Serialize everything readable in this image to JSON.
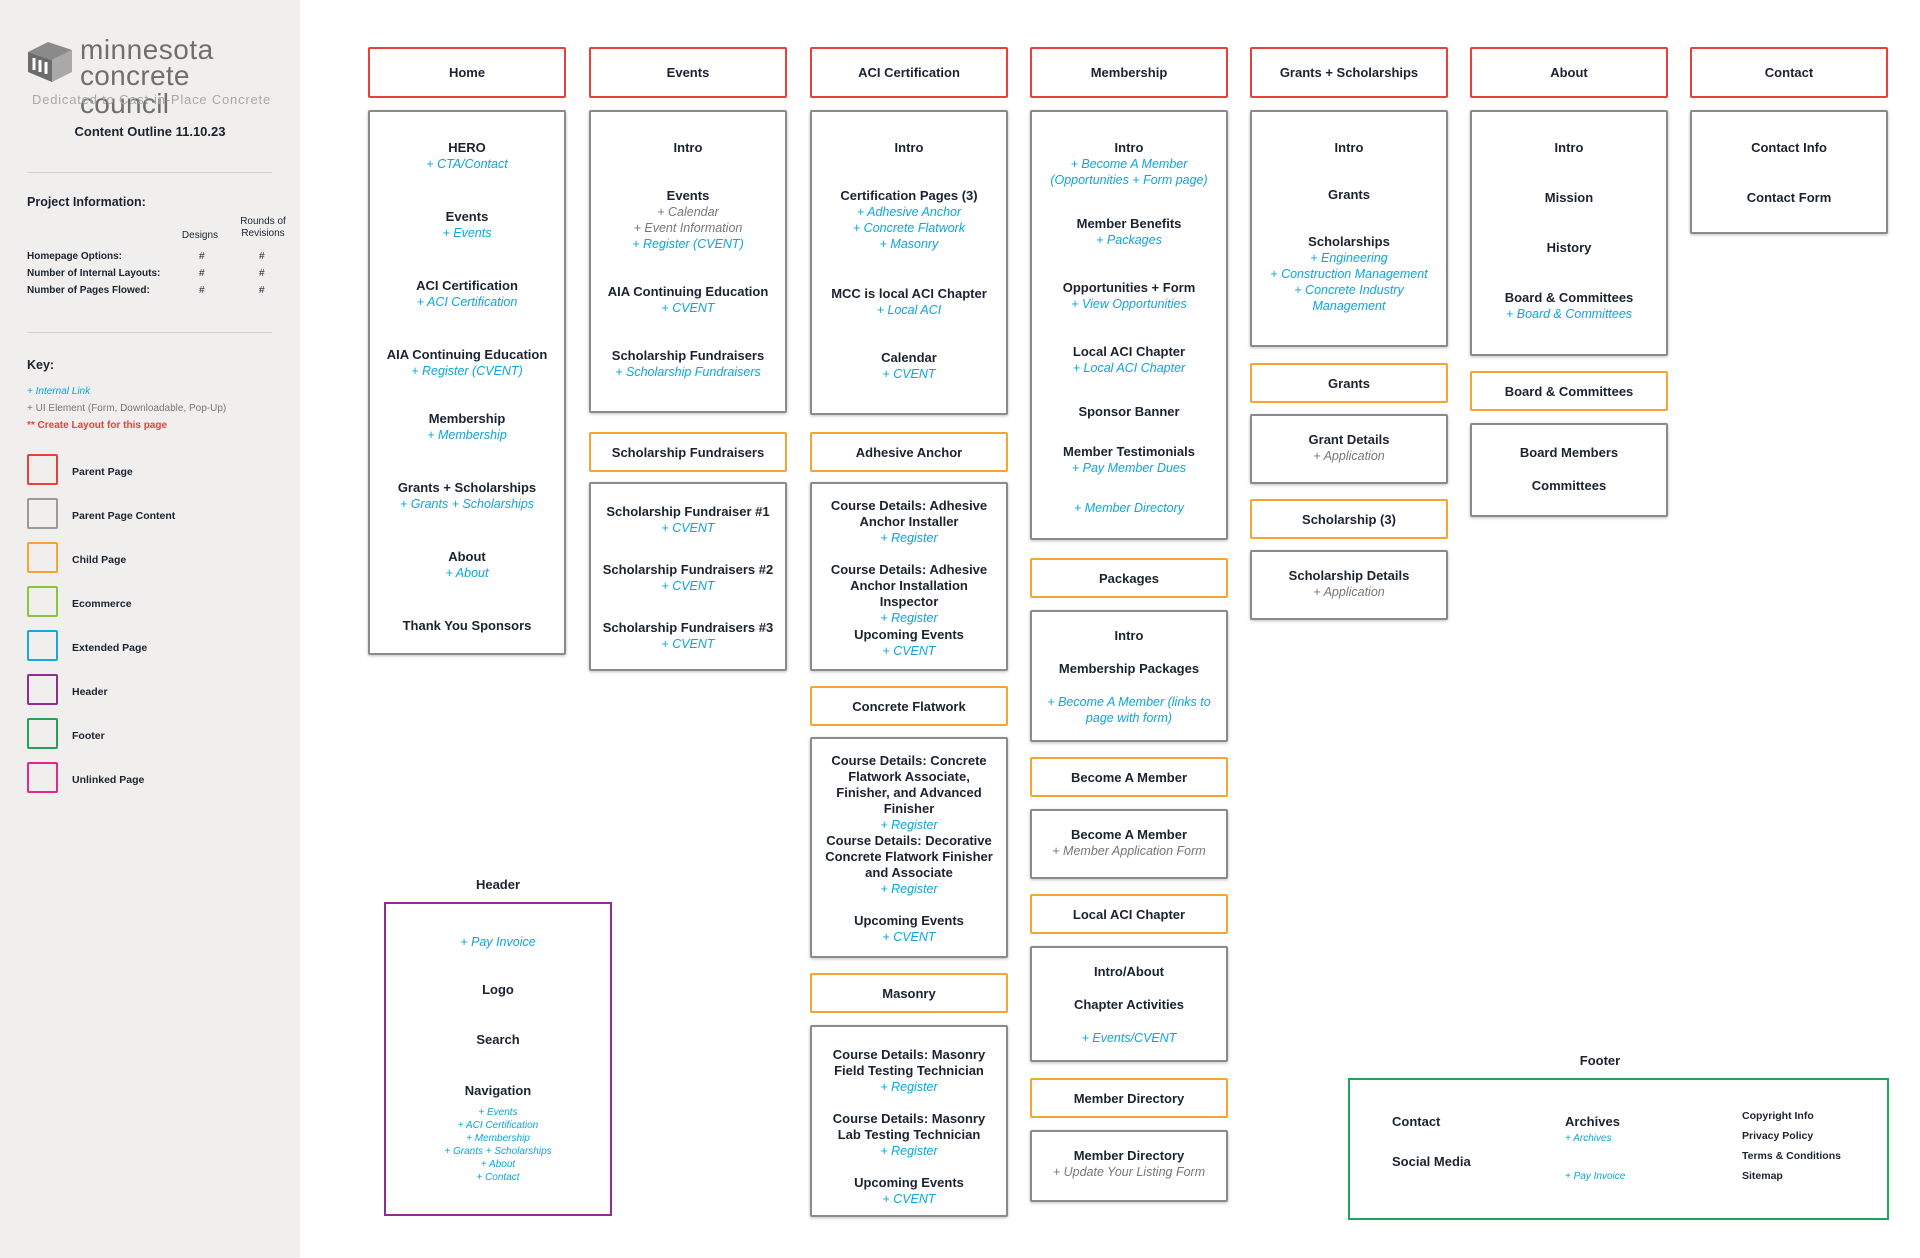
{
  "brand": {
    "line1": "minnesota",
    "line2": "concrete council",
    "tagline": "Dedicated to Cast-in-Place Concrete",
    "logo_icon": "mcc-logo-mark-icon"
  },
  "outline_title": "Content Outline 11.10.23",
  "project": {
    "title": "Project Information:",
    "col_designs": "Designs",
    "col_rounds": "Rounds of Revisions",
    "rows": [
      {
        "label": "Homepage Options:",
        "designs": "#",
        "rounds": "#"
      },
      {
        "label": "Number of Internal Layouts:",
        "designs": "#",
        "rounds": "#"
      },
      {
        "label": "Number of Pages Flowed:",
        "designs": "#",
        "rounds": "#"
      }
    ]
  },
  "key": {
    "title": "Key:",
    "internal_link": "+ Internal Link",
    "ui_element": "+ UI Element (Form, Downloadable, Pop-Up)",
    "create_layout": "** Create Layout for this page",
    "swatches": [
      {
        "label": "Parent Page",
        "color": "#e8403a"
      },
      {
        "label": "Parent Page Content",
        "color": "#9a9a9a"
      },
      {
        "label": "Child Page",
        "color": "#f6a534"
      },
      {
        "label": "Ecommerce",
        "color": "#8cc43f"
      },
      {
        "label": "Extended Page",
        "color": "#17a7e0"
      },
      {
        "label": "Header",
        "color": "#8e2e91"
      },
      {
        "label": "Footer",
        "color": "#25a25a"
      },
      {
        "label": "Unlinked Page",
        "color": "#e2288a"
      }
    ]
  },
  "colors": {
    "parent": "#e8403a",
    "content": "#8a8a8a",
    "child": "#f6a534",
    "link": "#0aa6dc",
    "header": "#8e2e91",
    "footer": "#25a25a"
  },
  "pages": {
    "home": {
      "title": "Home",
      "items": [
        {
          "t": "HERO",
          "l": [
            "+ CTA/Contact"
          ]
        },
        {
          "t": "Events",
          "l": [
            "+ Events"
          ]
        },
        {
          "t": "ACI Certification",
          "l": [
            "+ ACI Certification"
          ]
        },
        {
          "t": "AIA Continuing Education",
          "l": [
            "+ Register (CVENT)"
          ]
        },
        {
          "t": "Membership",
          "l": [
            "+ Membership"
          ]
        },
        {
          "t": "Grants + Scholarships",
          "l": [
            "+ Grants + Scholarships"
          ]
        },
        {
          "t": "About",
          "l": [
            "+ About"
          ]
        },
        {
          "t": "Thank You Sponsors",
          "l": []
        }
      ]
    },
    "events": {
      "title": "Events",
      "items": [
        {
          "t": "Intro"
        },
        {
          "t": "Events",
          "u": [
            "+ Calendar",
            "+ Event Information"
          ],
          "l": [
            "+ Register (CVENT)"
          ]
        },
        {
          "t": "AIA Continuing Education",
          "l": [
            "+ CVENT"
          ]
        },
        {
          "t": "Scholarship Fundraisers",
          "l": [
            "+ Scholarship Fundraisers"
          ]
        }
      ],
      "child": "Scholarship Fundraisers",
      "child_items": [
        {
          "t": "Scholarship Fundraiser #1",
          "l": [
            "+ CVENT"
          ]
        },
        {
          "t": "Scholarship Fundraisers #2",
          "l": [
            "+ CVENT"
          ]
        },
        {
          "t": "Scholarship Fundraisers #3",
          "l": [
            "+ CVENT"
          ]
        }
      ]
    },
    "aci": {
      "title": "ACI Certification",
      "items": [
        {
          "t": "Intro"
        },
        {
          "t": "Certification Pages (3)",
          "l": [
            "+ Adhesive Anchor",
            "+ Concrete Flatwork",
            "+ Masonry"
          ]
        },
        {
          "t": "MCC is local ACI Chapter",
          "l": [
            "+ Local ACI"
          ]
        },
        {
          "t": "Calendar",
          "l": [
            "+ CVENT"
          ]
        }
      ],
      "adhesive": {
        "title": "Adhesive Anchor",
        "items": [
          {
            "t": "Course Details: Adhesive Anchor Installer",
            "l": [
              "+ Register"
            ]
          },
          {
            "t": "Course Details: Adhesive Anchor Installation Inspector",
            "l": [
              "+ Register"
            ]
          },
          {
            "t": "Upcoming Events",
            "l": [
              "+ CVENT"
            ]
          }
        ]
      },
      "flatwork": {
        "title": "Concrete Flatwork",
        "items": [
          {
            "t": "Course Details: Concrete Flatwork Associate, Finisher, and Advanced Finisher",
            "l": [
              "+ Register"
            ]
          },
          {
            "t": "Course Details: Decorative Concrete Flatwork Finisher and Associate",
            "l": [
              "+ Register"
            ]
          },
          {
            "t": "Upcoming Events",
            "l": [
              "+ CVENT"
            ]
          }
        ]
      },
      "masonry": {
        "title": "Masonry",
        "items": [
          {
            "t": "Course Details: Masonry Field Testing Technician",
            "l": [
              "+ Register"
            ]
          },
          {
            "t": "Course Details: Masonry Lab Testing Technician",
            "l": [
              "+ Register"
            ]
          },
          {
            "t": "Upcoming Events",
            "l": [
              "+ CVENT"
            ]
          }
        ]
      }
    },
    "membership": {
      "title": "Membership",
      "items": [
        {
          "t": "Intro",
          "l": [
            "+ Become A Member",
            "(Opportunities + Form page)"
          ]
        },
        {
          "t": "Member Benefits",
          "l": [
            "+ Packages"
          ]
        },
        {
          "t": "Opportunities + Form",
          "l": [
            "+ View Opportunities"
          ]
        },
        {
          "t": "Local ACI Chapter",
          "l": [
            "+ Local ACI Chapter"
          ]
        },
        {
          "t": "Sponsor Banner"
        },
        {
          "t": "Member Testimonials",
          "l": [
            "+ Pay Member Dues"
          ]
        },
        {
          "t": "",
          "l": [
            "+ Member Directory"
          ]
        }
      ],
      "packages": {
        "title": "Packages",
        "items": [
          {
            "t": "Intro"
          },
          {
            "t": "Membership Packages"
          },
          {
            "t": "",
            "l": [
              "+ Become A Member (links to",
              "page with form)"
            ]
          }
        ]
      },
      "become": {
        "title": "Become A Member",
        "items": [
          {
            "t": "Become A Member",
            "u": [
              "+ Member Application Form"
            ]
          }
        ]
      },
      "local": {
        "title": "Local ACI Chapter",
        "items": [
          {
            "t": "Intro/About"
          },
          {
            "t": "Chapter Activities"
          },
          {
            "t": "",
            "l": [
              "+ Events/CVENT"
            ]
          }
        ]
      },
      "directory": {
        "title": "Member Directory",
        "items": [
          {
            "t": "Member Directory",
            "u": [
              "+ Update Your Listing Form"
            ]
          }
        ]
      }
    },
    "grants": {
      "title": "Grants + Scholarships",
      "items": [
        {
          "t": "Intro"
        },
        {
          "t": "Grants"
        },
        {
          "t": "Scholarships",
          "l": [
            "+ Engineering",
            "+ Construction Management",
            "+ Concrete Industry",
            "Management"
          ]
        }
      ],
      "grants_child": {
        "title": "Grants",
        "items": [
          {
            "t": "Grant Details",
            "u": [
              "+ Application"
            ]
          }
        ]
      },
      "scholarship_child": {
        "title": "Scholarship (3)",
        "items": [
          {
            "t": "Scholarship Details",
            "u": [
              "+ Application"
            ]
          }
        ]
      }
    },
    "about": {
      "title": "About",
      "items": [
        {
          "t": "Intro"
        },
        {
          "t": "Mission"
        },
        {
          "t": "History"
        },
        {
          "t": "Board & Committees",
          "l": [
            "+ Board & Committees"
          ]
        }
      ],
      "board": {
        "title": "Board & Committees",
        "items": [
          {
            "t": "Board Members"
          },
          {
            "t": "Committees"
          }
        ]
      }
    },
    "contact": {
      "title": "Contact",
      "items": [
        {
          "t": "Contact Info"
        },
        {
          "t": "Contact Form"
        }
      ]
    }
  },
  "header": {
    "label": "Header",
    "pay_invoice": "+ Pay Invoice",
    "logo": "Logo",
    "search": "Search",
    "navigation": "Navigation",
    "nav_links": [
      "+ Events",
      "+ ACI Certification",
      "+ Membership",
      "+ Grants + Scholarships",
      "+ About",
      "+ Contact"
    ]
  },
  "footer": {
    "label": "Footer",
    "contact": "Contact",
    "social": "Social Media",
    "archives": "Archives",
    "archives_link": "+ Archives",
    "pay_invoice": "+ Pay Invoice",
    "legal": [
      "Copyright Info",
      "Privacy Policy",
      "Terms & Conditions",
      "Sitemap"
    ]
  }
}
